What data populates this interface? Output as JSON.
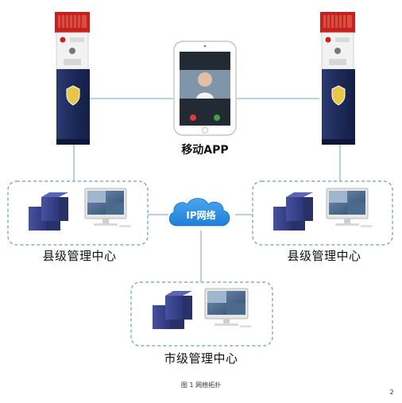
{
  "app_label": "移动APP",
  "network_label": "IP网络",
  "centers": {
    "county_left": "县级管理中心",
    "county_right": "县级管理中心",
    "city": "市级管理中心"
  },
  "figure_caption": "图 1  网络拓扑",
  "page_mark": "2",
  "colors": {
    "link_line": "#8fb8d8",
    "group_border": "#6a9cc6",
    "cloud": "#2f8fe0",
    "kiosk_body": "#1f2e5c",
    "kiosk_top": "#c8201c",
    "server": "#38448f"
  }
}
